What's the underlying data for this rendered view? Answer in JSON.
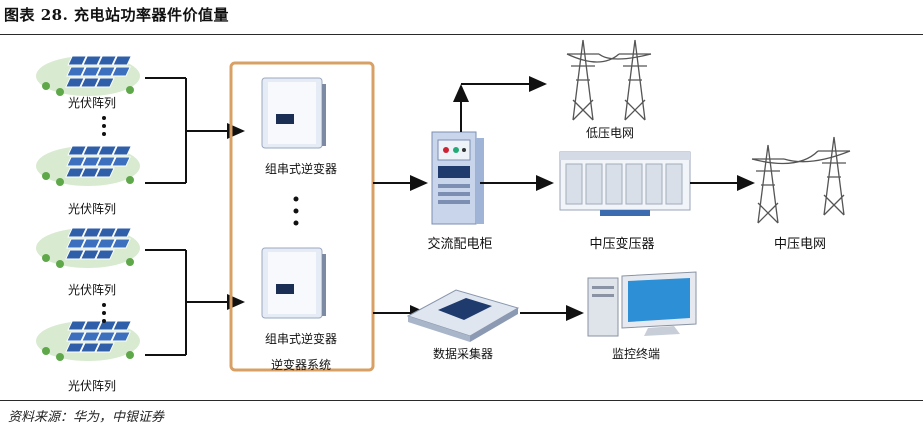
{
  "header": {
    "title": "图表 28. 充电站功率器件价值量"
  },
  "footer": {
    "source": "资料来源：华为，中银证券"
  },
  "diagram": {
    "pv_label": "光伏阵列",
    "inverter_label_top": "组串式逆变器",
    "inverter_label_bottom": "组串式逆变器",
    "inverter_system_label": "逆变器系统",
    "ac_cabinet_label": "交流配电柜",
    "low_voltage_grid_label": "低压电网",
    "mv_transformer_label": "中压变压器",
    "mv_grid_label": "中压电网",
    "data_collector_label": "数据采集器",
    "monitor_terminal_label": "监控终端",
    "colors": {
      "frame": "#d9a066",
      "panel": "#2f5fa8",
      "arrow": "#111111",
      "cabinet": "#9fb4d6"
    },
    "icons": [
      "solar-panel-icon",
      "inverter-icon",
      "cabinet-icon",
      "transmission-tower-icon",
      "transformer-icon",
      "collector-icon",
      "computer-icon"
    ]
  }
}
